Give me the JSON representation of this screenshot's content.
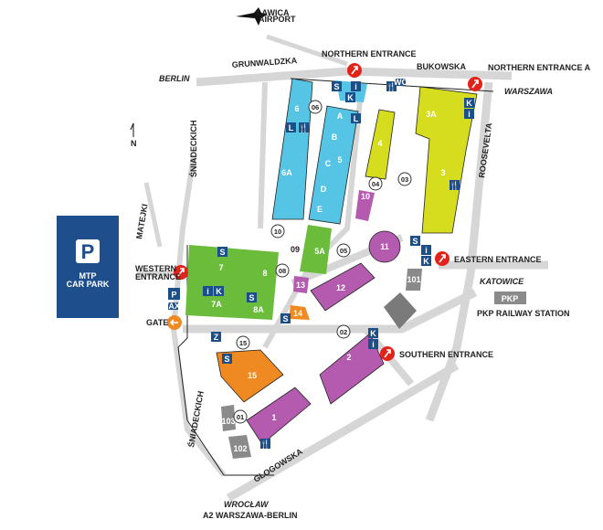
{
  "colors": {
    "blue_halls": "#56c4e4",
    "yellow_halls": "#d6dc1e",
    "green_halls": "#6cbc3c",
    "purple_halls": "#b45bb0",
    "orange_halls": "#ef8a22",
    "grey_buildings": "#8a8a8a",
    "roads": "#d6d6d6",
    "service_tile": "#1b4f8a",
    "entrance": "#e2231a",
    "car_park": "#1f4e8c"
  },
  "places": {
    "airport_name": "ŁAWICA",
    "airport_sub": "AIRPORT",
    "berlin": "BERLIN",
    "warszawa": "WARSZAWA",
    "katowice": "KATOWICE",
    "wroclaw": "WROCŁAW",
    "a2": "A2 WARSZAWA-BERLIN"
  },
  "streets": {
    "grunwaldzka": "GRUNWALDZKA",
    "bukowska": "BUKOWSKA",
    "roosevelta": "ROOSEVELTA",
    "sniadeckich_top": "ŚNIADECKICH",
    "sniadeckich_bottom": "ŚNIADECKICH",
    "matejki": "MATEJKI",
    "glogowska": "GŁOGOWSKA"
  },
  "entrances": {
    "northern": "NORTHERN ENTRANCE",
    "northern_a": "NORTHERN ENTRANCE A",
    "eastern": "EASTERN ENTRANCE",
    "southern": "SOUTHERN ENTRANCE",
    "western_1": "WESTERN",
    "western_2": "ENTRANCE",
    "gate": "GATE"
  },
  "car_park": {
    "icon": "P",
    "line1": "MTP",
    "line2": "CAR PARK"
  },
  "pkp": {
    "badge": "PKP",
    "label": "PKP RAILWAY STATION"
  },
  "compass": {
    "label": "N"
  },
  "halls": {
    "h6": "6",
    "h6a": "6A",
    "h5": "5",
    "a": "A",
    "b": "B",
    "c": "C",
    "d": "D",
    "e": "E",
    "h4": "4",
    "h3a": "3A",
    "h3": "3",
    "h5a": "5A",
    "h7": "7",
    "h7a": "7A",
    "h8": "8",
    "h8a": "8A",
    "h10": "10",
    "h11": "11",
    "h12": "12",
    "h13": "13",
    "h14": "14",
    "h15": "15",
    "h2": "2",
    "h1": "1",
    "h101": "101",
    "h102": "102",
    "h103": "103",
    "h09": "09"
  },
  "gate_numbers": {
    "g01": "01",
    "g02": "02",
    "g03": "03",
    "g04": "04",
    "g05": "05",
    "g06": "06",
    "g08": "08",
    "g10": "10",
    "g15": "15"
  },
  "icons": {
    "S": "S",
    "i": "i",
    "K": "K",
    "L": "L",
    "P": "P",
    "Z": "Z",
    "food": "🍴",
    "wc": "WC",
    "tax": "TAXI"
  }
}
